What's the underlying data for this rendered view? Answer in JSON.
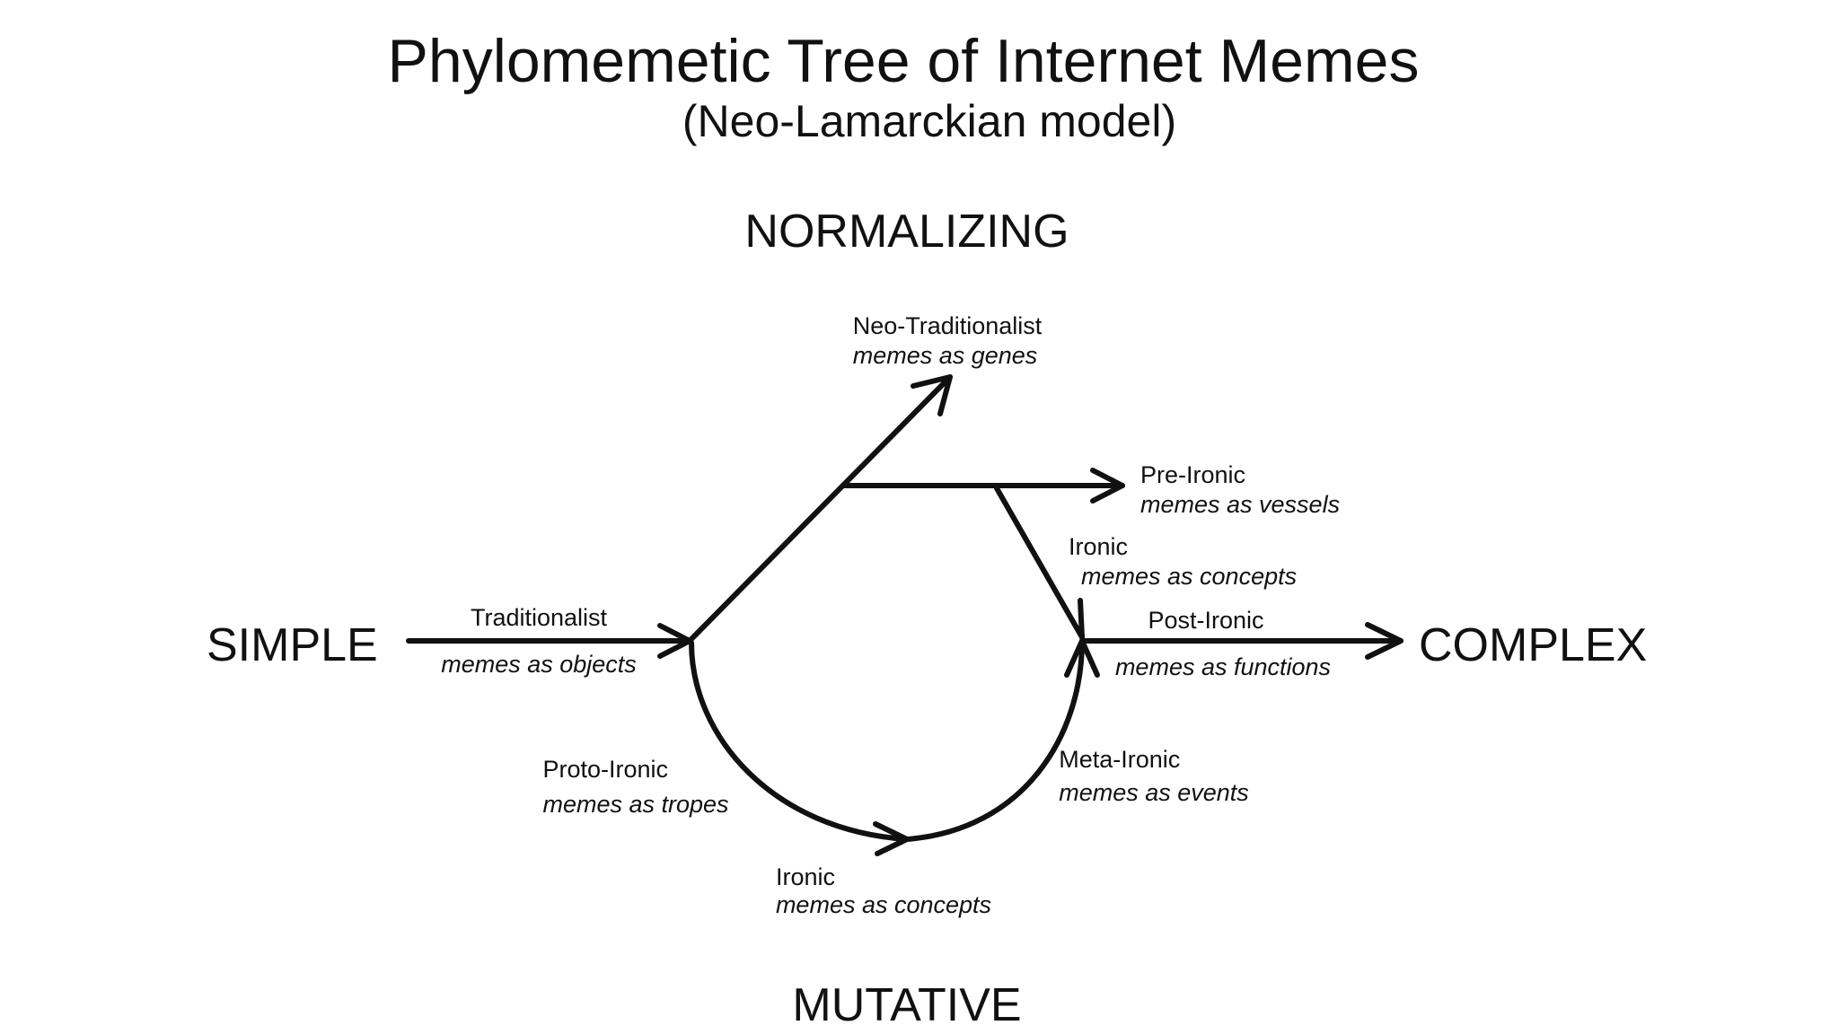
{
  "title": "Phylomemetic Tree of Internet Memes",
  "subtitle": "(Neo-Lamarckian model)",
  "axes": {
    "top": "NORMALIZING",
    "bottom": "MUTATIVE",
    "left": "SIMPLE",
    "right": "COMPLEX"
  },
  "nodes": {
    "traditionalist": {
      "name": "Traditionalist",
      "desc": "memes as objects"
    },
    "neo_traditionalist": {
      "name": "Neo-Traditionalist",
      "desc": "memes as genes"
    },
    "pre_ironic": {
      "name": "Pre-Ironic",
      "desc": "memes as vessels"
    },
    "ironic_upper": {
      "name": "Ironic",
      "desc": "memes as concepts"
    },
    "post_ironic": {
      "name": "Post-Ironic",
      "desc": "memes as functions"
    },
    "proto_ironic": {
      "name": "Proto-Ironic",
      "desc": "memes as tropes"
    },
    "ironic_lower": {
      "name": "Ironic",
      "desc": "memes as concepts"
    },
    "meta_ironic": {
      "name": "Meta-Ironic",
      "desc": "memes as events"
    }
  },
  "colors": {
    "ink": "#111111",
    "background": "#ffffff"
  }
}
